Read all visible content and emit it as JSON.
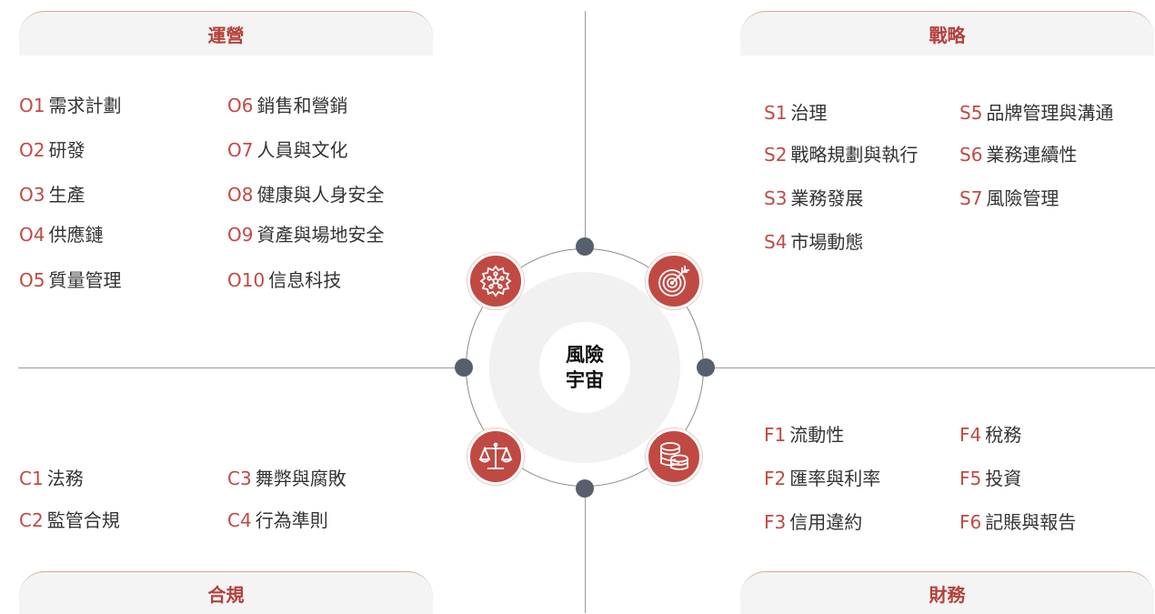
{
  "center": {
    "line1": "風險",
    "line2": "宇宙"
  },
  "quadrants": {
    "operations": {
      "title": "運營",
      "items": [
        {
          "code": "O1",
          "label": "需求計劃"
        },
        {
          "code": "O2",
          "label": "研發"
        },
        {
          "code": "O3",
          "label": "生產"
        },
        {
          "code": "O4",
          "label": "供應鏈"
        },
        {
          "code": "O5",
          "label": "質量管理"
        },
        {
          "code": "O6",
          "label": "銷售和營銷"
        },
        {
          "code": "O7",
          "label": "人員與文化"
        },
        {
          "code": "O8",
          "label": "健康與人身安全"
        },
        {
          "code": "O9",
          "label": "資產與場地安全"
        },
        {
          "code": "O10",
          "label": "信息科技"
        }
      ]
    },
    "strategy": {
      "title": "戰略",
      "items": [
        {
          "code": "S1",
          "label": "治理"
        },
        {
          "code": "S2",
          "label": "戰略規劃與執行"
        },
        {
          "code": "S3",
          "label": "業務發展"
        },
        {
          "code": "S4",
          "label": "市場動態"
        },
        {
          "code": "S5",
          "label": "品牌管理與溝通"
        },
        {
          "code": "S6",
          "label": "業務連續性"
        },
        {
          "code": "S7",
          "label": "風險管理"
        }
      ]
    },
    "compliance": {
      "title": "合規",
      "items": [
        {
          "code": "C1",
          "label": "法務"
        },
        {
          "code": "C2",
          "label": "監管合規"
        },
        {
          "code": "C3",
          "label": "舞弊與腐敗"
        },
        {
          "code": "C4",
          "label": "行為準則"
        }
      ]
    },
    "finance": {
      "title": "財務",
      "items": [
        {
          "code": "F1",
          "label": "流動性"
        },
        {
          "code": "F2",
          "label": "匯率與利率"
        },
        {
          "code": "F3",
          "label": "信用違約"
        },
        {
          "code": "F4",
          "label": "稅務"
        },
        {
          "code": "F5",
          "label": "投資"
        },
        {
          "code": "F6",
          "label": "記賬與報告"
        }
      ]
    }
  },
  "colors": {
    "accent": "#c04a43",
    "node": "#56606c",
    "text": "#333333"
  },
  "icons": [
    "gear-network-icon",
    "target-arrow-icon",
    "scales-icon",
    "coins-stack-icon"
  ]
}
